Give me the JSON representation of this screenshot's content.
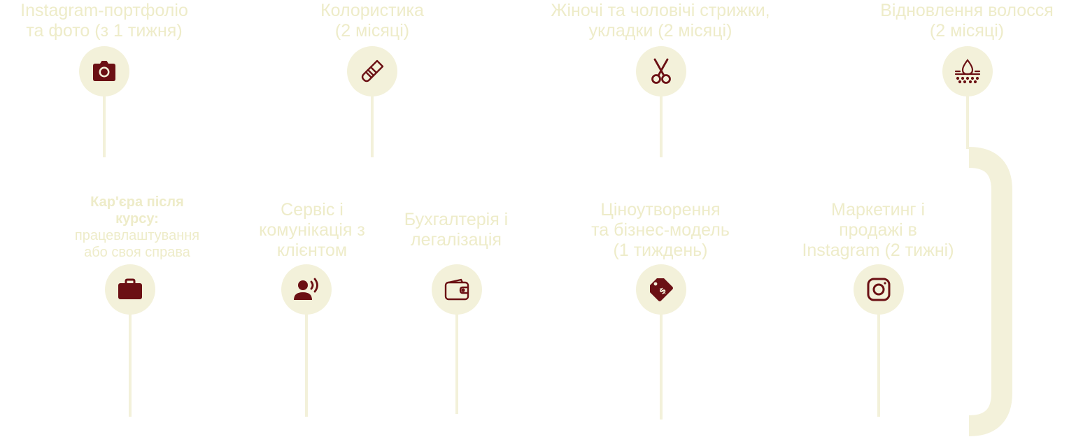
{
  "colors": {
    "track": "#f3f1da",
    "icon": "#6b1014",
    "text": "#eeecc9"
  },
  "top_row": [
    {
      "icon": "camera-icon",
      "lines": [
        "Instagram-портфоліо",
        "та фото (з 1 тижня)"
      ]
    },
    {
      "icon": "paint-brush-icon",
      "lines": [
        "Колористика",
        "(2 місяці)"
      ]
    },
    {
      "icon": "scissors-icon",
      "lines": [
        "Жіночі та чоловічі стрижки,",
        "укладки (2 місяці)"
      ]
    },
    {
      "icon": "hair-drop-icon",
      "lines": [
        "Відновлення волосся",
        "(2 місяці)"
      ]
    }
  ],
  "bottom_row": [
    {
      "icon": "briefcase-icon",
      "lines": [
        "Кар'єра після",
        "курсу:",
        "працевлаштування",
        "або своя справа"
      ]
    },
    {
      "icon": "client-voice-icon",
      "lines": [
        "Сервіс і",
        "комунікація з",
        "клієнтом"
      ]
    },
    {
      "icon": "wallet-icon",
      "lines": [
        "Бухгалтерія і",
        "легалізація"
      ]
    },
    {
      "icon": "price-tag-icon",
      "lines": [
        "Ціноутворення",
        "та бізнес-модель",
        "(1 тиждень)"
      ]
    },
    {
      "icon": "instagram-icon",
      "lines": [
        "Маркетинг і",
        "продажі в",
        "Instagram (2 тижні)"
      ]
    }
  ]
}
